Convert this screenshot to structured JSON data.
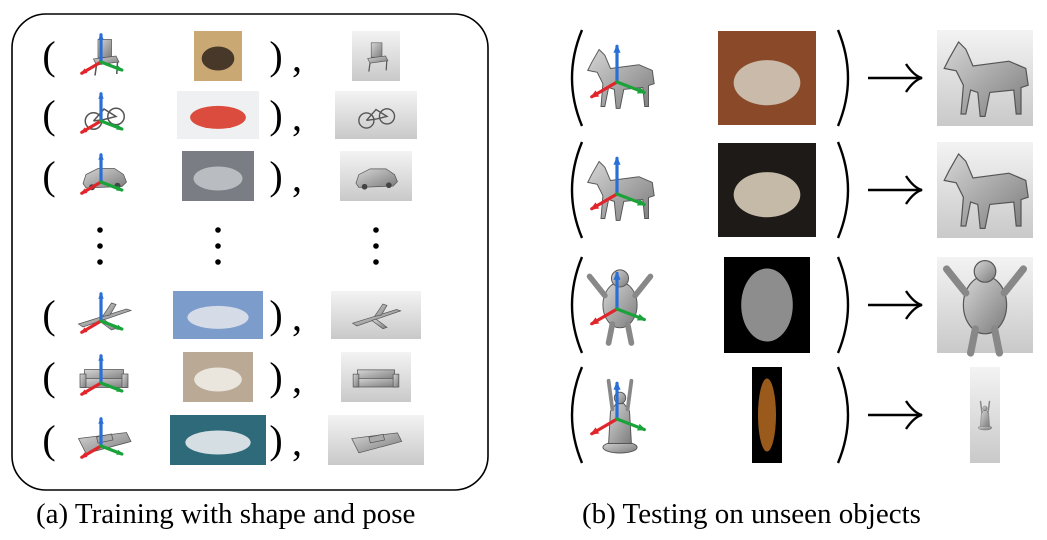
{
  "captions": {
    "a": "(a) Training with shape and pose",
    "b": "(b) Testing on unseen objects"
  },
  "symbols": {
    "open": "(",
    "close": ")",
    "comma": ",",
    "arrow": "→",
    "ellipsis": "⋮"
  },
  "axes_colors": {
    "x": "#e0262b",
    "y": "#1aa33a",
    "z": "#2a6fd6"
  },
  "training_rows": [
    {
      "object": "chair",
      "shape_icon": "chair-shape",
      "photo_icon": "chair-photo",
      "render_icon": "chair-render",
      "photo_colors": [
        "#c9a874",
        "#3a2b22"
      ]
    },
    {
      "object": "bicycle",
      "shape_icon": "bicycle-shape",
      "photo_icon": "bicycle-photo",
      "render_icon": "bicycle-render",
      "photo_colors": [
        "#eef0f2",
        "#d83a2a"
      ]
    },
    {
      "object": "car",
      "shape_icon": "car-shape",
      "photo_icon": "car-photo",
      "render_icon": "car-render",
      "photo_colors": [
        "#7a7e84",
        "#c0c4c8"
      ]
    },
    {
      "object": "airplane",
      "shape_icon": "airplane-shape",
      "photo_icon": "airplane-photo",
      "render_icon": "airplane-render",
      "photo_colors": [
        "#7c9ccb",
        "#dfe3ea"
      ]
    },
    {
      "object": "sofa",
      "shape_icon": "sofa-shape",
      "photo_icon": "sofa-photo",
      "render_icon": "sofa-render",
      "photo_colors": [
        "#b9a995",
        "#efece6"
      ]
    },
    {
      "object": "boat",
      "shape_icon": "boat-shape",
      "photo_icon": "boat-photo",
      "render_icon": "boat-render",
      "photo_colors": [
        "#2e6a7a",
        "#e8ecee"
      ]
    }
  ],
  "testing_rows": [
    {
      "object": "horse",
      "shape_icon": "horse-shape",
      "photo_icon": "horse-photo",
      "result_icon": "horse-result",
      "photo_colors": [
        "#8a4a2a",
        "#cfc6b8"
      ]
    },
    {
      "object": "horse",
      "shape_icon": "horse-shape",
      "photo_icon": "horse-photo",
      "result_icon": "horse-result",
      "photo_colors": [
        "#1e1a18",
        "#d7ccb8"
      ]
    },
    {
      "object": "armadillo",
      "shape_icon": "armadillo-shape",
      "photo_icon": "armadillo-photo",
      "result_icon": "armadillo-result",
      "photo_colors": [
        "#000000",
        "#8d8d8d"
      ]
    },
    {
      "object": "buddha",
      "shape_icon": "buddha-shape",
      "photo_icon": "buddha-photo",
      "result_icon": "buddha-result",
      "photo_colors": [
        "#000000",
        "#9a5a1c"
      ]
    }
  ]
}
